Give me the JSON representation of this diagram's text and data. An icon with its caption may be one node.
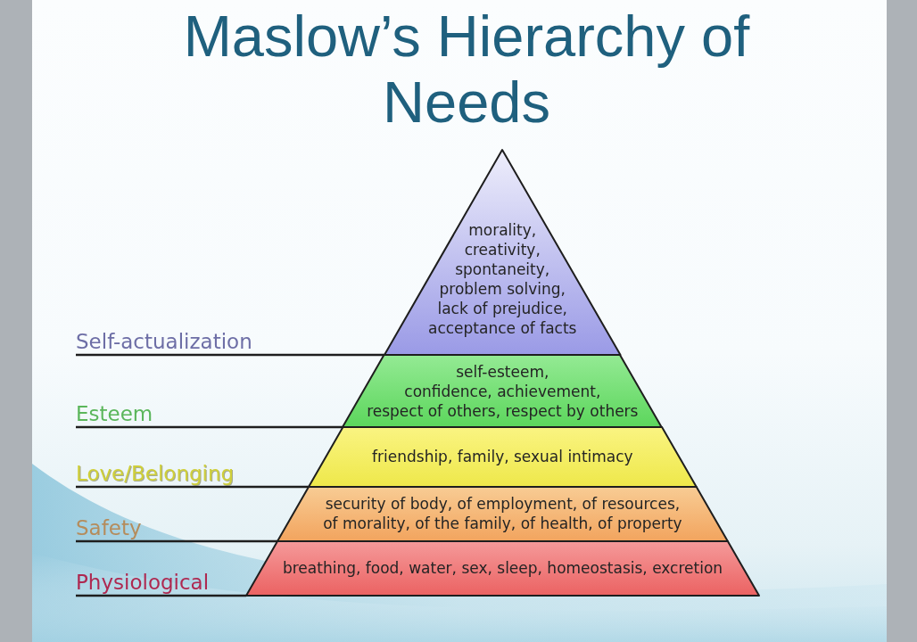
{
  "diagram": {
    "title": "Maslow’s Hierarchy of Needs",
    "nodes": [
      {
        "text": [
          "morality, creativity, spontaneity, problem solving, lack of prejudice, acceptance of facts"
        ]
      },
      {
        "text": [
          "Self-actualization"
        ]
      },
      {
        "text": [
          "self-esteem, confidence, achievement, respect of others, respect by others"
        ]
      },
      {
        "text": [
          "Esteem"
        ]
      },
      {
        "text": [
          "friendship, family, sexual intimacy"
        ]
      },
      {
        "text": [
          "Love/Belonging"
        ]
      },
      {
        "text": [
          "security of body, of employment, of resources, of morality, of the family, of health, of property"
        ]
      },
      {
        "text": [
          "Safety"
        ]
      },
      {
        "text": [
          "breathing, food, water, sex, sleep, homeostasis, excretion"
        ]
      },
      {
        "text": [
          "Physiological"
        ]
      }
    ],
    "edges": [
      {
        "from": 1,
        "to": 0,
        "arrow": "none"
      },
      {
        "from": 3,
        "to": 2,
        "arrow": "none"
      },
      {
        "from": 5,
        "to": 4,
        "arrow": "none"
      },
      {
        "from": 7,
        "to": 6,
        "arrow": "none"
      },
      {
        "from": 9,
        "to": 8,
        "arrow": "none"
      }
    ]
  }
}
